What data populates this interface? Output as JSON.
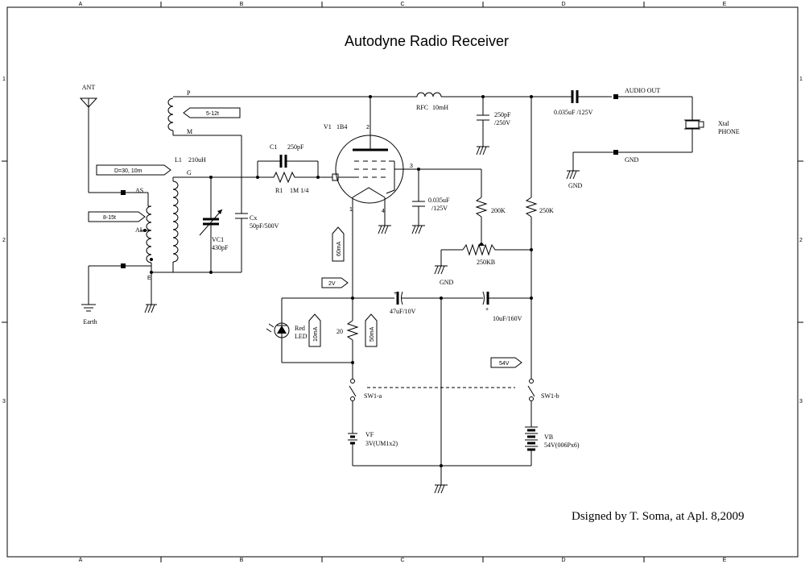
{
  "title": "Autodyne Radio Receiver",
  "credit": "Dsigned by T. Soma, at Apl. 8,2009",
  "border": {
    "columns": [
      "A",
      "B",
      "C",
      "D",
      "E"
    ],
    "rows": [
      "1",
      "2",
      "3"
    ]
  },
  "labels": {
    "ant": "ANT",
    "earth": "Earth",
    "as": "AS",
    "al": "AL",
    "e": "E",
    "p": "P",
    "m": "M",
    "g": "G",
    "l1": "L1",
    "l1_value": "210uH",
    "d_tag": "D=30, 10m",
    "turns_512": "5-12t",
    "turns_815": "8-15t",
    "vc1": "VC1",
    "vc1_value": "430pF",
    "cx": "Cx",
    "cx_value": "50pF/500V",
    "c1": "C1",
    "c1_value": "250pF",
    "r1": "R1",
    "r1_value": "1M 1/4",
    "v1": "V1",
    "v1_type": "1B4",
    "pin1": "1",
    "pin2": "2",
    "pin3": "3",
    "pin4": "4",
    "rfc": "RFC",
    "rfc_value": "10mH",
    "c_250pf": "250pF",
    "c_250pf_v": "/250V",
    "c_coupling": "0.035uF /125V",
    "audio_out": "AUDIO OUT",
    "gnd_out": "GND",
    "gnd_phone": "GND",
    "xtal": "Xtal",
    "phone": "PHONE",
    "c_screen": "0.035uF",
    "c_screen_v": "/125V",
    "r_200k": "200K",
    "r_250k": "250K",
    "pot": "250KB",
    "gnd_pot": "GND",
    "cur_60ma": "60mA",
    "v_2v": "2V",
    "c_47uf": "47uF/10V",
    "c_10uf": "10uF/160V",
    "led1": "Red",
    "led2": "LED",
    "cur_10ma": "10mA",
    "r_20": "20",
    "cur_50ma": "50mA",
    "v_54v": "54V",
    "sw1a": "SW1-a",
    "sw1b": "SW1-b",
    "vf": "VF",
    "vf_value": "3V(UM1x2)",
    "vb": "VB",
    "vb_value": "54V(006Px6)"
  }
}
